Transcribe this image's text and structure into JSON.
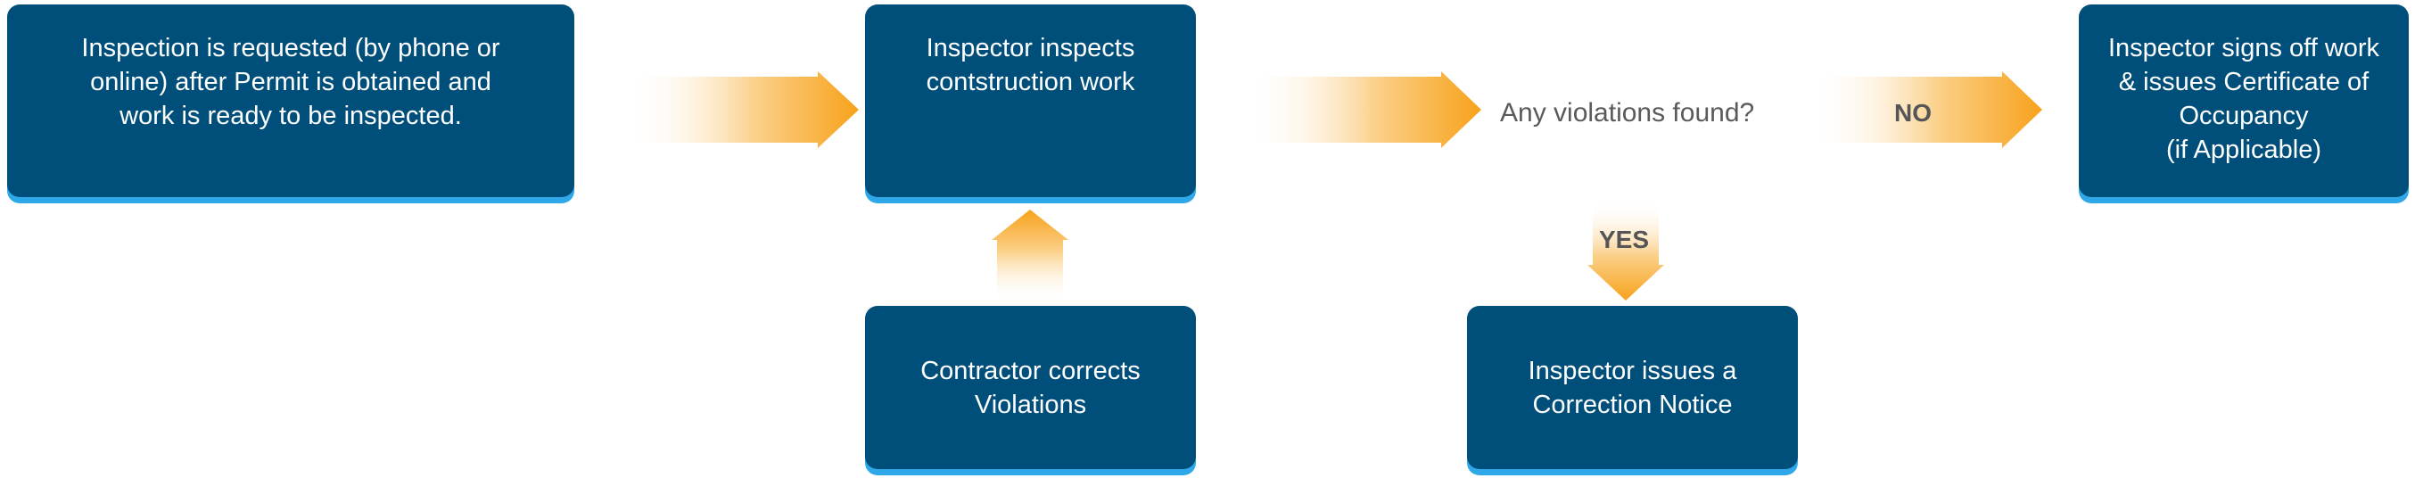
{
  "diagram": {
    "steps": {
      "request": "Inspection is requested (by phone or\nonline) after Permit is obtained and\nwork is ready to be inspected.",
      "inspect": "Inspector inspects\ncontstruction work",
      "question": "Any violations found?",
      "signoff": "Inspector signs off work\n& issues Certificate of\nOccupancy\n(if Applicable)",
      "correction_notice": "Inspector issues a\nCorrection Notice",
      "contractor_corrects": "Contractor corrects\nViolations"
    },
    "labels": {
      "no": "NO",
      "yes": "YES"
    }
  }
}
